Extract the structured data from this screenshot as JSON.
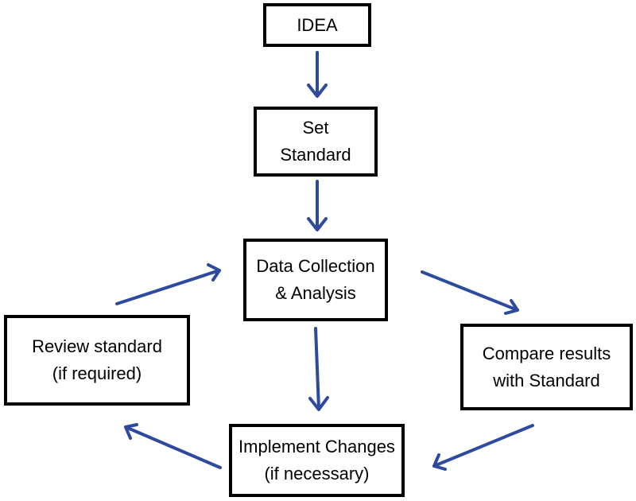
{
  "diagram": {
    "colors": {
      "arrow": "#2E4A9E",
      "box_border": "#000000",
      "background": "#ffffff"
    },
    "nodes": {
      "idea": {
        "lines": [
          "IDEA"
        ]
      },
      "set_standard": {
        "lines": [
          "Set",
          "Standard"
        ]
      },
      "data_collection": {
        "lines": [
          "Data Collection",
          "& Analysis"
        ]
      },
      "review_standard": {
        "lines": [
          "Review standard",
          "(if required)"
        ]
      },
      "compare_results": {
        "lines": [
          "Compare results",
          "with Standard"
        ]
      },
      "implement_changes": {
        "lines": [
          "Implement Changes",
          "(if necessary)"
        ]
      }
    },
    "edges": [
      {
        "from": "idea",
        "to": "set_standard"
      },
      {
        "from": "set_standard",
        "to": "data_collection"
      },
      {
        "from": "data_collection",
        "to": "compare_results"
      },
      {
        "from": "data_collection",
        "to": "implement_changes"
      },
      {
        "from": "compare_results",
        "to": "implement_changes"
      },
      {
        "from": "implement_changes",
        "to": "review_standard"
      },
      {
        "from": "review_standard",
        "to": "data_collection"
      }
    ]
  }
}
